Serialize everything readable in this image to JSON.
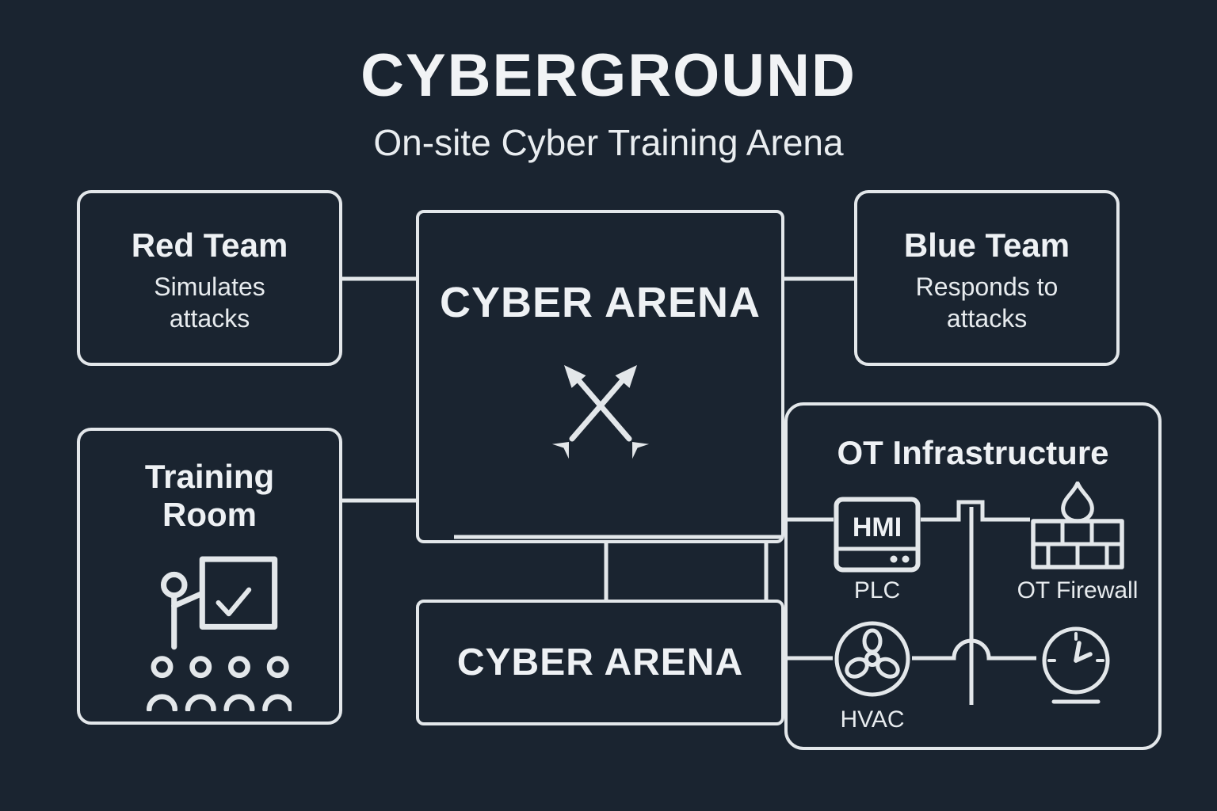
{
  "title": "CYBERGROUND",
  "subtitle": "On-site Cyber Training Arena",
  "nodes": {
    "red_team": {
      "title": "Red Team",
      "subtitle": "Simulates attacks"
    },
    "blue_team": {
      "title": "Blue Team",
      "subtitle": "Responds to attacks"
    },
    "cyber_arena": {
      "title": "CYBER ARENA"
    },
    "cyber_arena_lower": {
      "title": "CYBER ARENA"
    },
    "training_room": {
      "title": "Training Room"
    },
    "ot": {
      "title": "OT Infrastructure",
      "hmi_screen_text": "HMI",
      "plc_label": "PLC",
      "firewall_label": "OT Firewall",
      "hvac_label": "HVAC"
    }
  },
  "icons": {
    "cyber_arena": "crossed-arrows",
    "training_room": "presenter-with-audience",
    "plc": "hmi-monitor",
    "ot_firewall": "brick-wall-with-flame",
    "hvac": "fan",
    "timer": "clock"
  },
  "colors": {
    "background": "#1a2430",
    "stroke": "#e3e7ea",
    "text": "#eef1f4"
  }
}
